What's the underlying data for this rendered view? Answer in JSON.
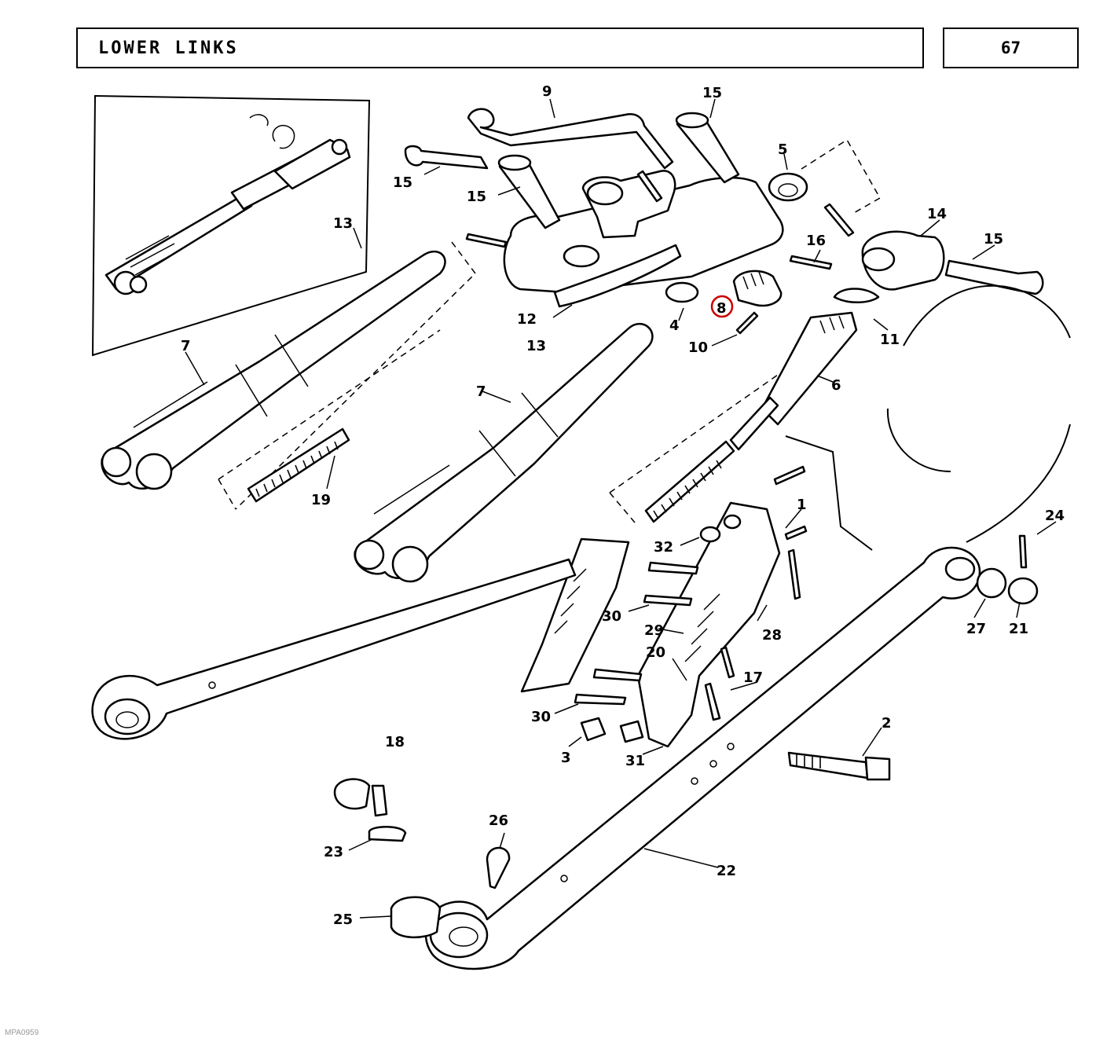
{
  "header": {
    "title": "LOWER LINKS",
    "page_number": "67"
  },
  "footer": {
    "code": "MPA0959"
  },
  "callouts": {
    "c9": "9",
    "c15a": "15",
    "c15b": "15",
    "c15c": "15",
    "c15d": "15",
    "c5": "5",
    "c14": "14",
    "c16": "16",
    "c13a": "13",
    "c13b": "13",
    "c12": "12",
    "c4": "4",
    "c8": "8",
    "c10": "10",
    "c11": "11",
    "c7a": "7",
    "c7b": "7",
    "c6": "6",
    "c19": "19",
    "c1": "1",
    "c24": "24",
    "c32": "32",
    "c30a": "30",
    "c30b": "30",
    "c29": "29",
    "c28": "28",
    "c27": "27",
    "c21": "21",
    "c20": "20",
    "c17": "17",
    "c18": "18",
    "c2": "2",
    "c3": "3",
    "c31": "31",
    "c23": "23",
    "c26": "26",
    "c22": "22",
    "c25": "25"
  },
  "highlight": {
    "callout": "8",
    "color": "#cc0000"
  }
}
